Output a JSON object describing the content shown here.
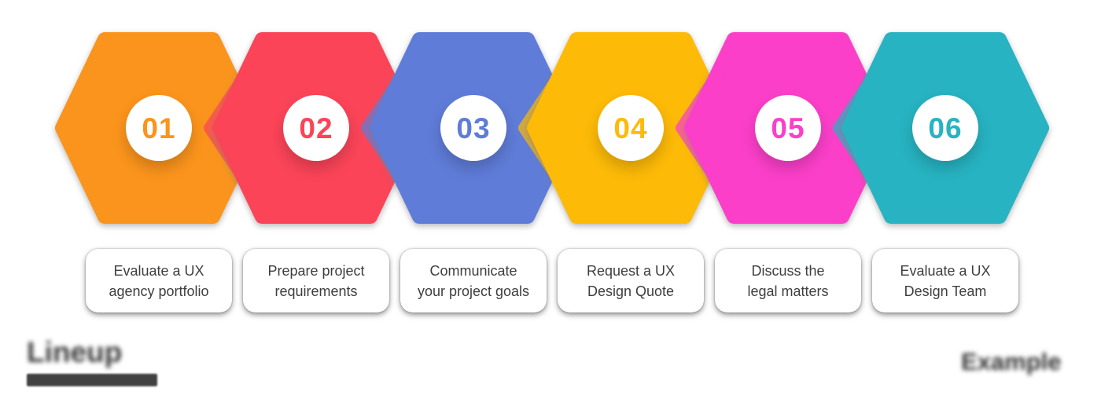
{
  "canvas": {
    "background": "#ffffff"
  },
  "steps": [
    {
      "number": "01",
      "color": "#FB941C",
      "label_line1": "Evaluate a UX",
      "label_line2": "agency portfolio"
    },
    {
      "number": "02",
      "color": "#FB4458",
      "label_line1": "Prepare project",
      "label_line2": "requirements"
    },
    {
      "number": "03",
      "color": "#5F7CD8",
      "label_line1": "Communicate",
      "label_line2": "your project goals"
    },
    {
      "number": "04",
      "color": "#FDBA07",
      "label_line1": "Request a UX",
      "label_line2": "Design Quote"
    },
    {
      "number": "05",
      "color": "#FB3FC9",
      "label_line1": "Discuss the",
      "label_line2": "legal matters"
    },
    {
      "number": "06",
      "color": "#27B3C2",
      "label_line1": "Evaluate a UX",
      "label_line2": "Design Team"
    }
  ],
  "connector": {
    "opacity": 0.72
  },
  "footer": {
    "logo_text": "Lineup",
    "watermark_text": "Example"
  }
}
